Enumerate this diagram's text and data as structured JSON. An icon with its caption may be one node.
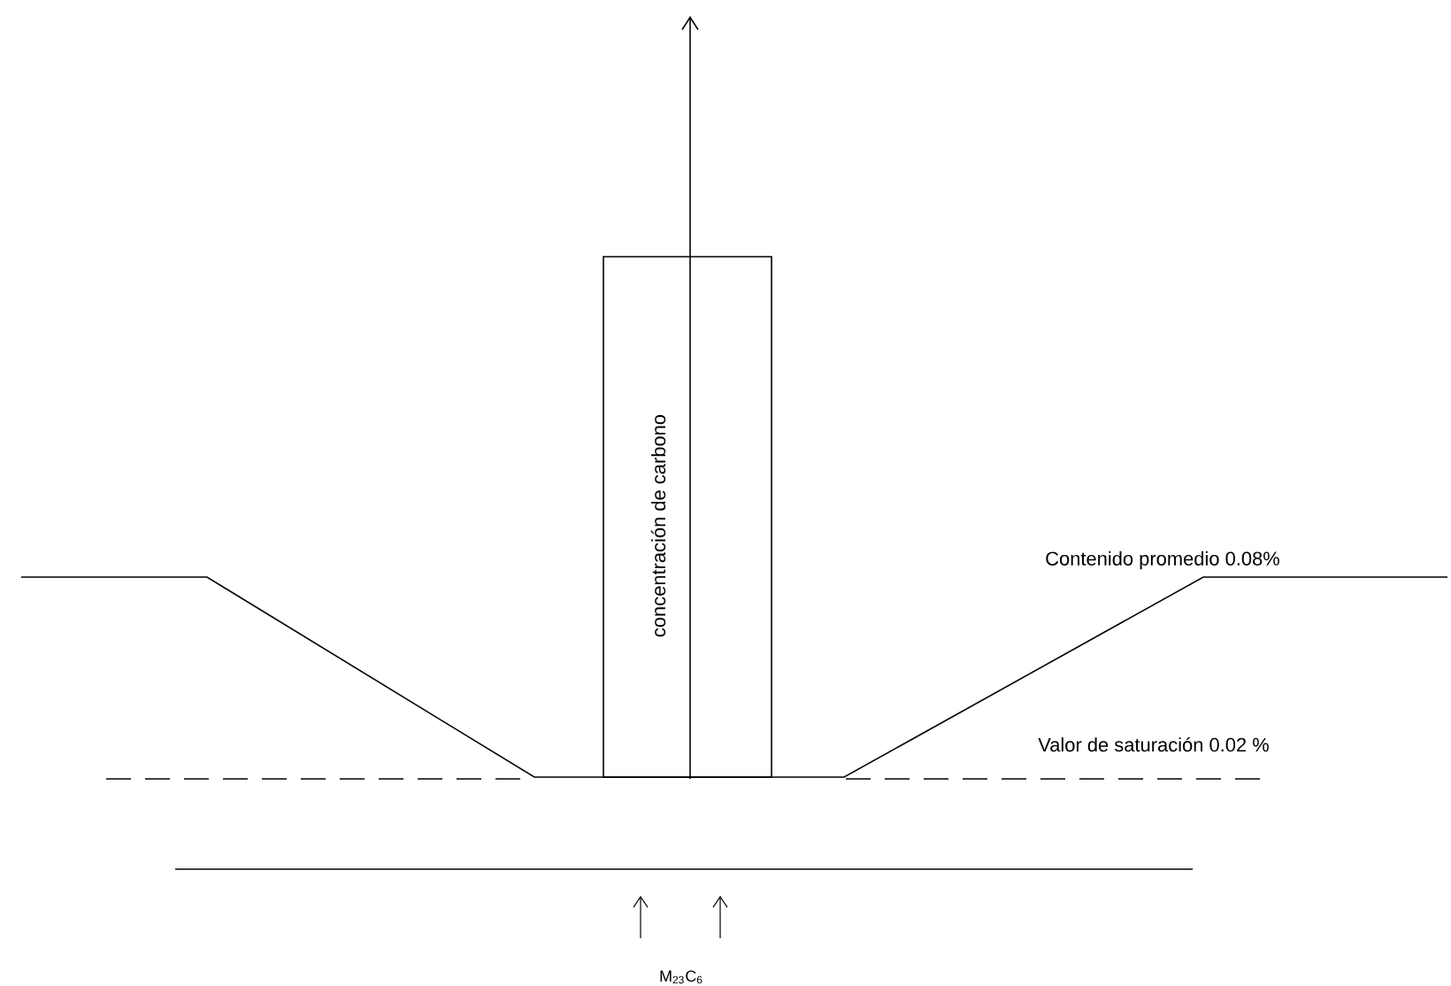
{
  "diagram": {
    "nodes": [
      {
        "text": [
          "concentración de carbono"
        ]
      }
    ],
    "labels": [
      "Contenido promedio 0.08%",
      "Valor de saturación 0.02 %",
      "M$_{23}$C$_{6}$"
    ]
  }
}
